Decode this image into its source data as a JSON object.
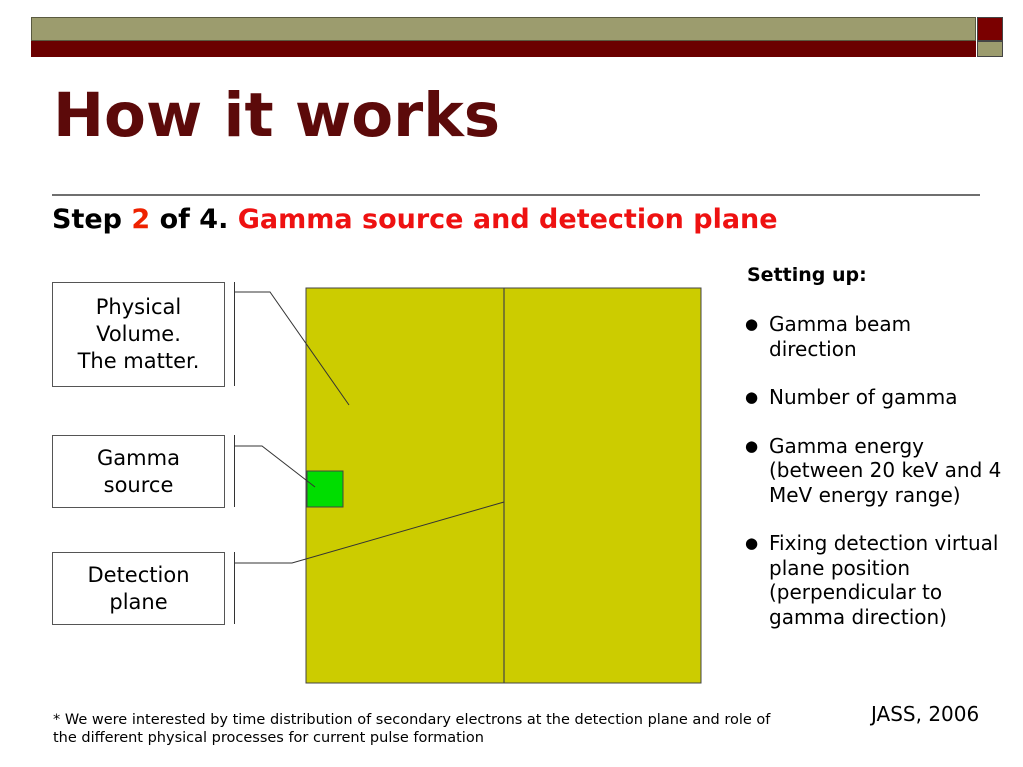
{
  "slide": {
    "title": "How it works",
    "subtitle": {
      "step_word": "Step ",
      "step_number": "2",
      "of_total": " of 4.",
      "topic": "Gamma source and detection plane"
    },
    "labels": {
      "physical_volume": [
        "Physical",
        "Volume.",
        "The matter."
      ],
      "gamma_source": [
        "Gamma",
        "source"
      ],
      "detection_plane": [
        "Detection",
        "plane"
      ]
    },
    "setting_up": {
      "heading": "Setting up:",
      "items": [
        "Gamma beam direction",
        "Number of gamma",
        "Gamma energy (between 20 keV and 4 MeV energy range)",
        "Fixing detection virtual plane position (perpendicular to gamma direction)"
      ]
    },
    "footnote": "* We were interested by time distribution of secondary electrons at the detection plane and role of the different physical processes for current pulse formation",
    "credit": "JASS, 2006"
  },
  "colors": {
    "title": "#5c0a0a",
    "volume_fill": "#cccc00",
    "source_fill": "#00dd00",
    "accent_red": "#ee2200"
  }
}
